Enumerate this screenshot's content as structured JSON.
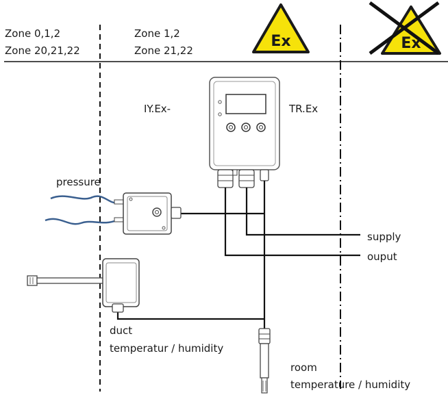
{
  "zones": {
    "left_line1": "Zone 0,1,2",
    "left_line2": "Zone 20,21,22",
    "mid_line1": "Zone 1,2",
    "mid_line2": "Zone 21,22"
  },
  "ex_sign": {
    "text": "Ex",
    "fill": "#f6e20a",
    "border": "#1a1a1a"
  },
  "device_labels": {
    "iyex": "IY.Ex-",
    "trex": "TR.Ex"
  },
  "sensor_labels": {
    "pressure": "pressure",
    "duct_line1": "duct",
    "duct_line2": "temperatur / humidity",
    "room_line1": "room",
    "room_line2": "temperature / humidity"
  },
  "signal_labels": {
    "supply": "supply",
    "output": "ouput"
  },
  "colors": {
    "line": "#111111",
    "tube": "#3a5f8f",
    "device_stroke": "#555555"
  }
}
